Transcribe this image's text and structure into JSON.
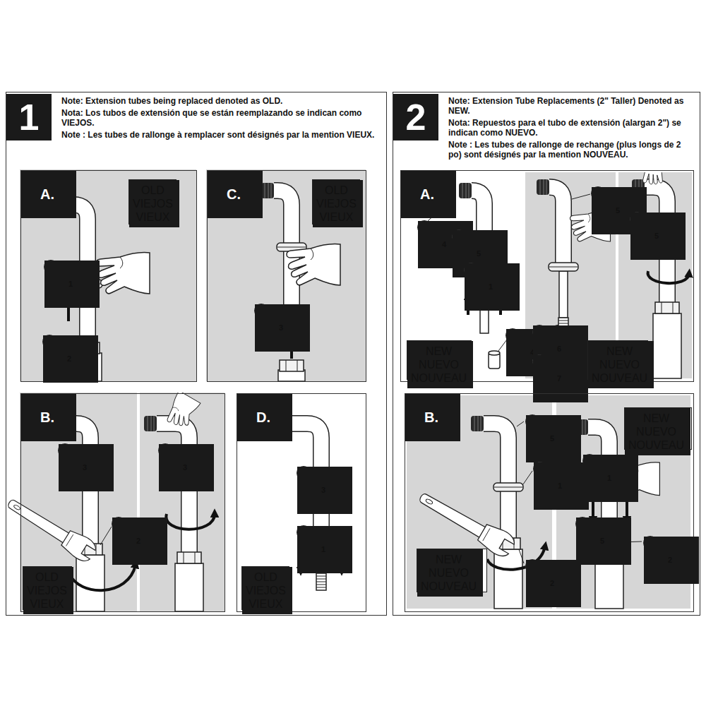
{
  "diagram": {
    "nodes": [
      {
        "text": [
          "1",
          "Note: Extension tubes being replaced denoted as OLD.",
          "Nota: Los tubos de extensión que se están reemplazando se indican como VIEJOS.",
          "Note : Les tubes de rallonge à remplacer sont désignés par la mention VIEUX."
        ]
      },
      {
        "text": [
          "A."
        ],
        "in": 0
      },
      {
        "text": [
          "OLD VIEJOS VIEUX"
        ],
        "in": 1
      },
      {
        "text": [
          "1"
        ],
        "in": 1
      },
      {
        "text": [
          "2"
        ],
        "in": 1
      },
      {
        "text": [
          "C."
        ],
        "in": 0
      },
      {
        "text": [
          "OLD VIEJOS VIEUX"
        ],
        "in": 5
      },
      {
        "text": [
          "3"
        ],
        "in": 5
      },
      {
        "text": [
          "B."
        ],
        "in": 0
      },
      {
        "text": [
          "3"
        ],
        "in": 8
      },
      {
        "text": [
          "3"
        ],
        "in": 8
      },
      {
        "text": [
          "2"
        ],
        "in": 8
      },
      {
        "text": [
          "OLD VIEJOS VIEUX"
        ],
        "in": 8
      },
      {
        "text": [
          "D."
        ],
        "in": 0
      },
      {
        "text": [
          "3"
        ],
        "in": 13
      },
      {
        "text": [
          "1"
        ],
        "in": 13
      },
      {
        "text": [
          "OLD VIEJOS VIEUX"
        ],
        "in": 13
      },
      {
        "text": [
          "2",
          "Note: Extension Tube Replacements (2\" Taller) Denoted as NEW.",
          "Nota: Repuestos para el tubo de extensión (alargan 2\") se indican como NUEVO.",
          "Note : Les tubes de rallonge de rechange (plus longs de 2 po) sont désignés par la mention NOUVEAU."
        ]
      },
      {
        "text": [
          "A."
        ],
        "in": 17
      },
      {
        "text": [
          "4"
        ],
        "in": 18
      },
      {
        "text": [
          "5"
        ],
        "in": 18
      },
      {
        "text": [
          "1"
        ],
        "in": 18
      },
      {
        "text": [
          "4"
        ],
        "in": 18
      },
      {
        "text": [
          "NEW NUEVO NOUVEAU"
        ],
        "in": 18
      },
      {
        "text": [
          "5"
        ],
        "in": 18
      },
      {
        "text": [
          "6"
        ],
        "in": 18
      },
      {
        "text": [
          "7"
        ],
        "in": 18
      },
      {
        "text": [
          "NEW NUEVO NOUVEAU"
        ],
        "in": 18
      },
      {
        "text": [
          "5"
        ],
        "in": 18
      },
      {
        "text": [
          "B."
        ],
        "in": 17
      },
      {
        "text": [
          "5"
        ],
        "in": 29
      },
      {
        "text": [
          "1"
        ],
        "in": 29
      },
      {
        "text": [
          "NEW NUEVO NOUVEAU"
        ],
        "in": 29
      },
      {
        "text": [
          "2"
        ],
        "in": 29
      },
      {
        "text": [
          "NEW NUEVO NOUVEAU"
        ],
        "in": 29
      },
      {
        "text": [
          "1"
        ],
        "in": 29
      },
      {
        "text": [
          "5"
        ],
        "in": 29
      },
      {
        "text": [
          "2"
        ],
        "in": 29
      }
    ]
  }
}
